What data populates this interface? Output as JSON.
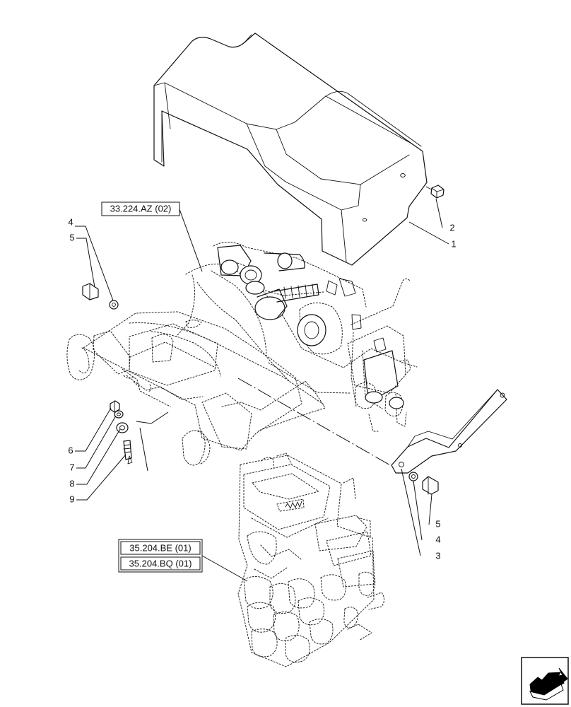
{
  "diagram": {
    "callouts": [
      "1",
      "2",
      "3",
      "4",
      "5",
      "4",
      "5",
      "6",
      "7",
      "8",
      "9"
    ],
    "references": [
      "33.224.AZ (02)",
      "35.204.BE (01)",
      "35.204.BQ (01)"
    ],
    "icons": {
      "navigation": "forward-arrow-icon"
    }
  }
}
